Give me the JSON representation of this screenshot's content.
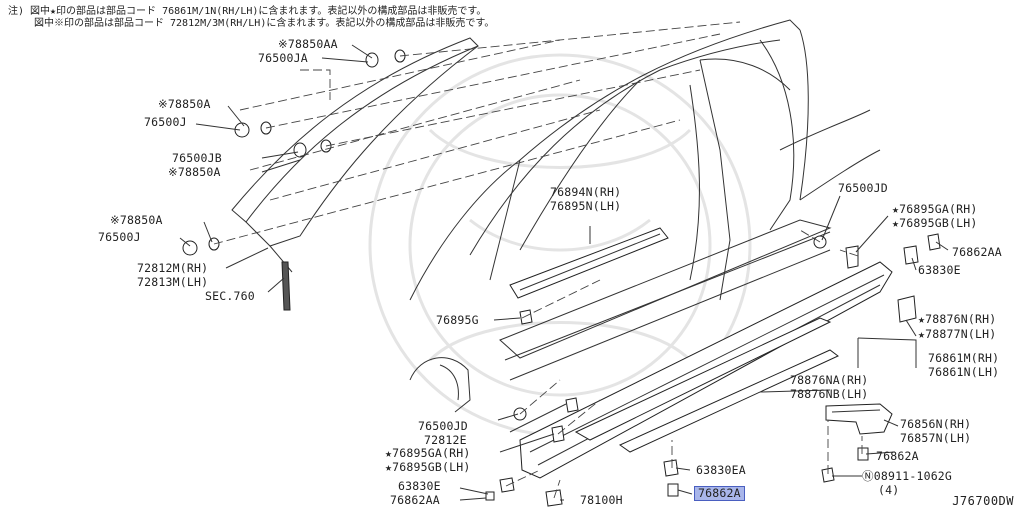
{
  "notes": [
    "注) 図中★印の部品は部品コード 76861M/1N(RH/LH)に含まれます。表記以外の構成部品は非販売です。",
    "図中※印の部品は部品コード 72812M/3M(RH/LH)に含まれます。表記以外の構成部品は非販売です。"
  ],
  "callouts": {
    "c_78850AA": "※78850AA",
    "c_76500JA": "76500JA",
    "c_78850A_1": "※78850A",
    "c_76500J_1": "76500J",
    "c_76500JB": "76500JB",
    "c_78850A_2": "※78850A",
    "c_78850A_3": "※78850A",
    "c_76500J_2": "76500J",
    "c_72812M": "72812M(RH)",
    "c_72813M": "72813M(LH)",
    "c_sec760": "SEC.760",
    "c_76894N": "76894N(RH)",
    "c_76895N": "76895N(LH)",
    "c_76895G": "76895G",
    "c_76500JD_1": "76500JD",
    "c_76500JD_2": "76500JD",
    "c_72812E": "72812E",
    "c_76895GA_1": "★76895GA(RH)",
    "c_76895GB_1": "★76895GB(LH)",
    "c_76895GA_2": "★76895GA(RH)",
    "c_76895GB_2": "★76895GB(LH)",
    "c_76862AA_1": "76862AA",
    "c_63830E_1": "63830E",
    "c_78876N": "★78876N(RH)",
    "c_78877N": "★78877N(LH)",
    "c_76861M": "76861M(RH)",
    "c_76861N": "76861N(LH)",
    "c_78876NA": "78876NA(RH)",
    "c_78876NB": "78876NB(LH)",
    "c_76856N": "76856N(RH)",
    "c_76857N": "76857N(LH)",
    "c_76862A_1": "76862A",
    "c_08911": "Ⓝ08911-1062G",
    "c_08911_qty": "(4)",
    "c_63830EA": "63830EA",
    "c_63830E_2": "63830E",
    "c_76862AA_2": "76862AA",
    "c_78100H": "78100H",
    "c_76862A_sel": "76862A"
  },
  "drawing_code": "J76700DW",
  "colors": {
    "highlight_fill": "#a9b6ea",
    "highlight_border": "#4a5fc0",
    "line": "#333333"
  }
}
